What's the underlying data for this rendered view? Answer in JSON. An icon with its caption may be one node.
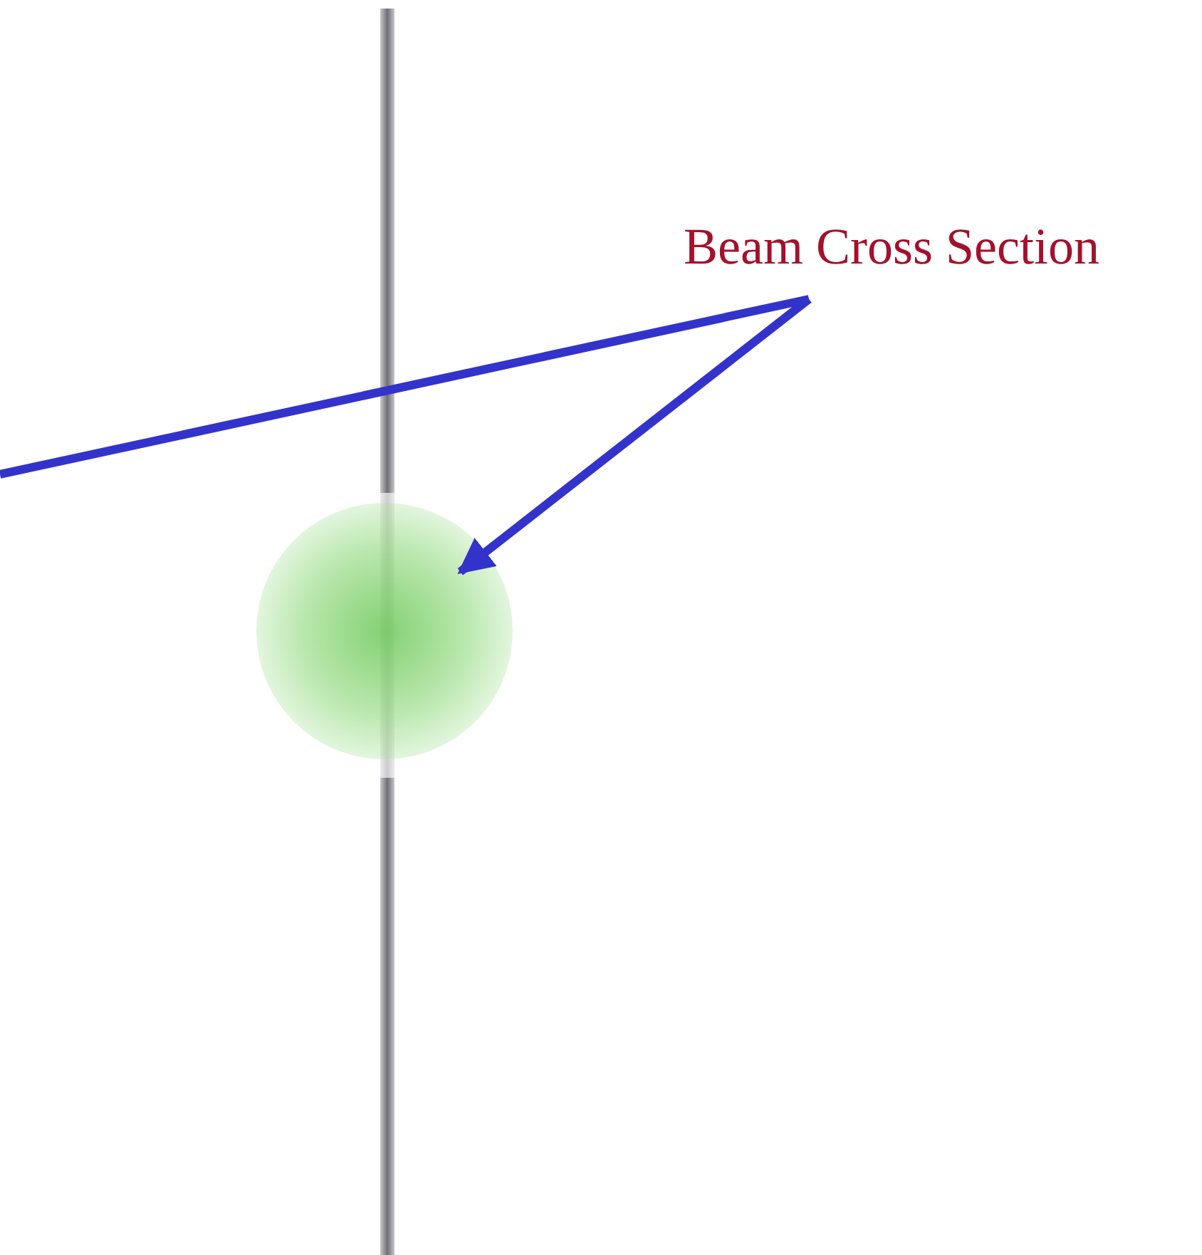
{
  "diagram": {
    "nodes": [
      {
        "text": [
          "Beam Cross Section"
        ]
      },
      {
        "text": [],
        "shape": "circle"
      }
    ],
    "edges": [
      {
        "from": 0,
        "to": null,
        "arrow": "none"
      },
      {
        "from": 0,
        "to": 1,
        "arrow": "to"
      }
    ]
  }
}
